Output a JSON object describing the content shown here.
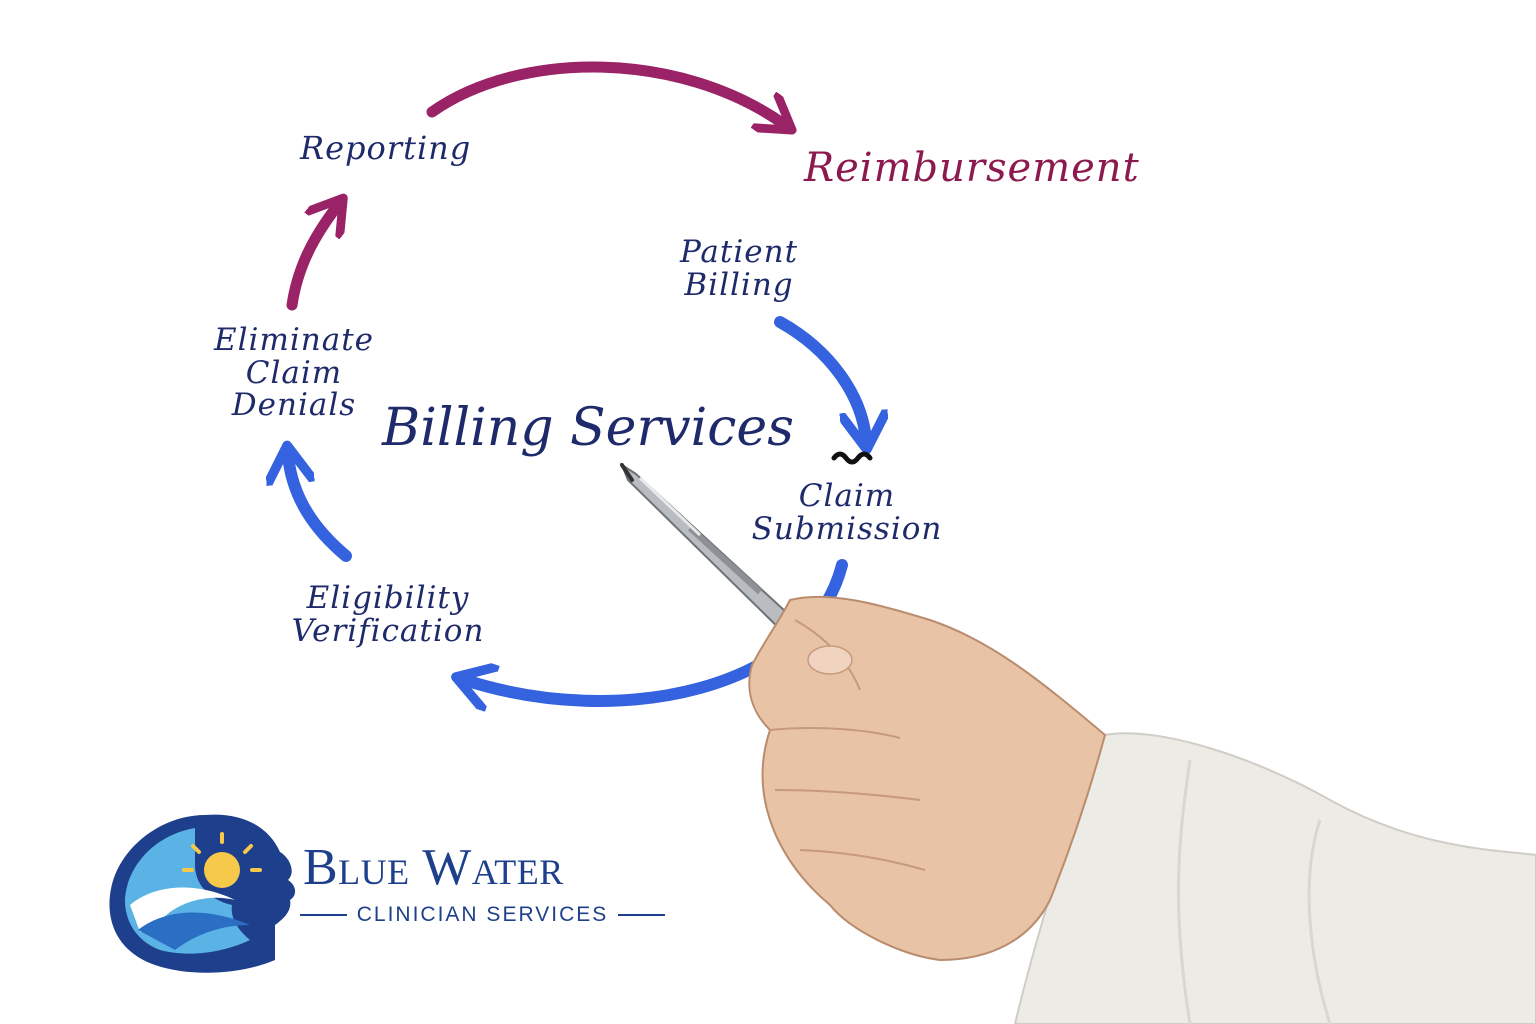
{
  "diagram": {
    "title": "Billing Services",
    "nodes": {
      "reporting": "Reporting",
      "reimbursement": "Reimbursement",
      "patient_billing": [
        "Patient",
        "Billing"
      ],
      "claim_submission": [
        "Claim",
        "Submission"
      ],
      "eligibility_verification": [
        "Eligibility",
        "Verification"
      ],
      "eliminate_claim_denials": [
        "Eliminate",
        "Claim",
        "Denials"
      ]
    },
    "colors": {
      "text": "#1f2a6b",
      "accent_text": "#8c1a4e",
      "blue_arrow": "#3563e0",
      "purple_arrow": "#9a2266"
    }
  },
  "logo": {
    "name": "Blue Water",
    "tagline": "CLINICIAN SERVICES",
    "colors": {
      "primary": "#1d3f8c",
      "light": "#5ab3e4",
      "sun": "#f6c94a"
    }
  },
  "icons": {
    "pen": "pen-icon",
    "hand": "hand-illustration"
  }
}
